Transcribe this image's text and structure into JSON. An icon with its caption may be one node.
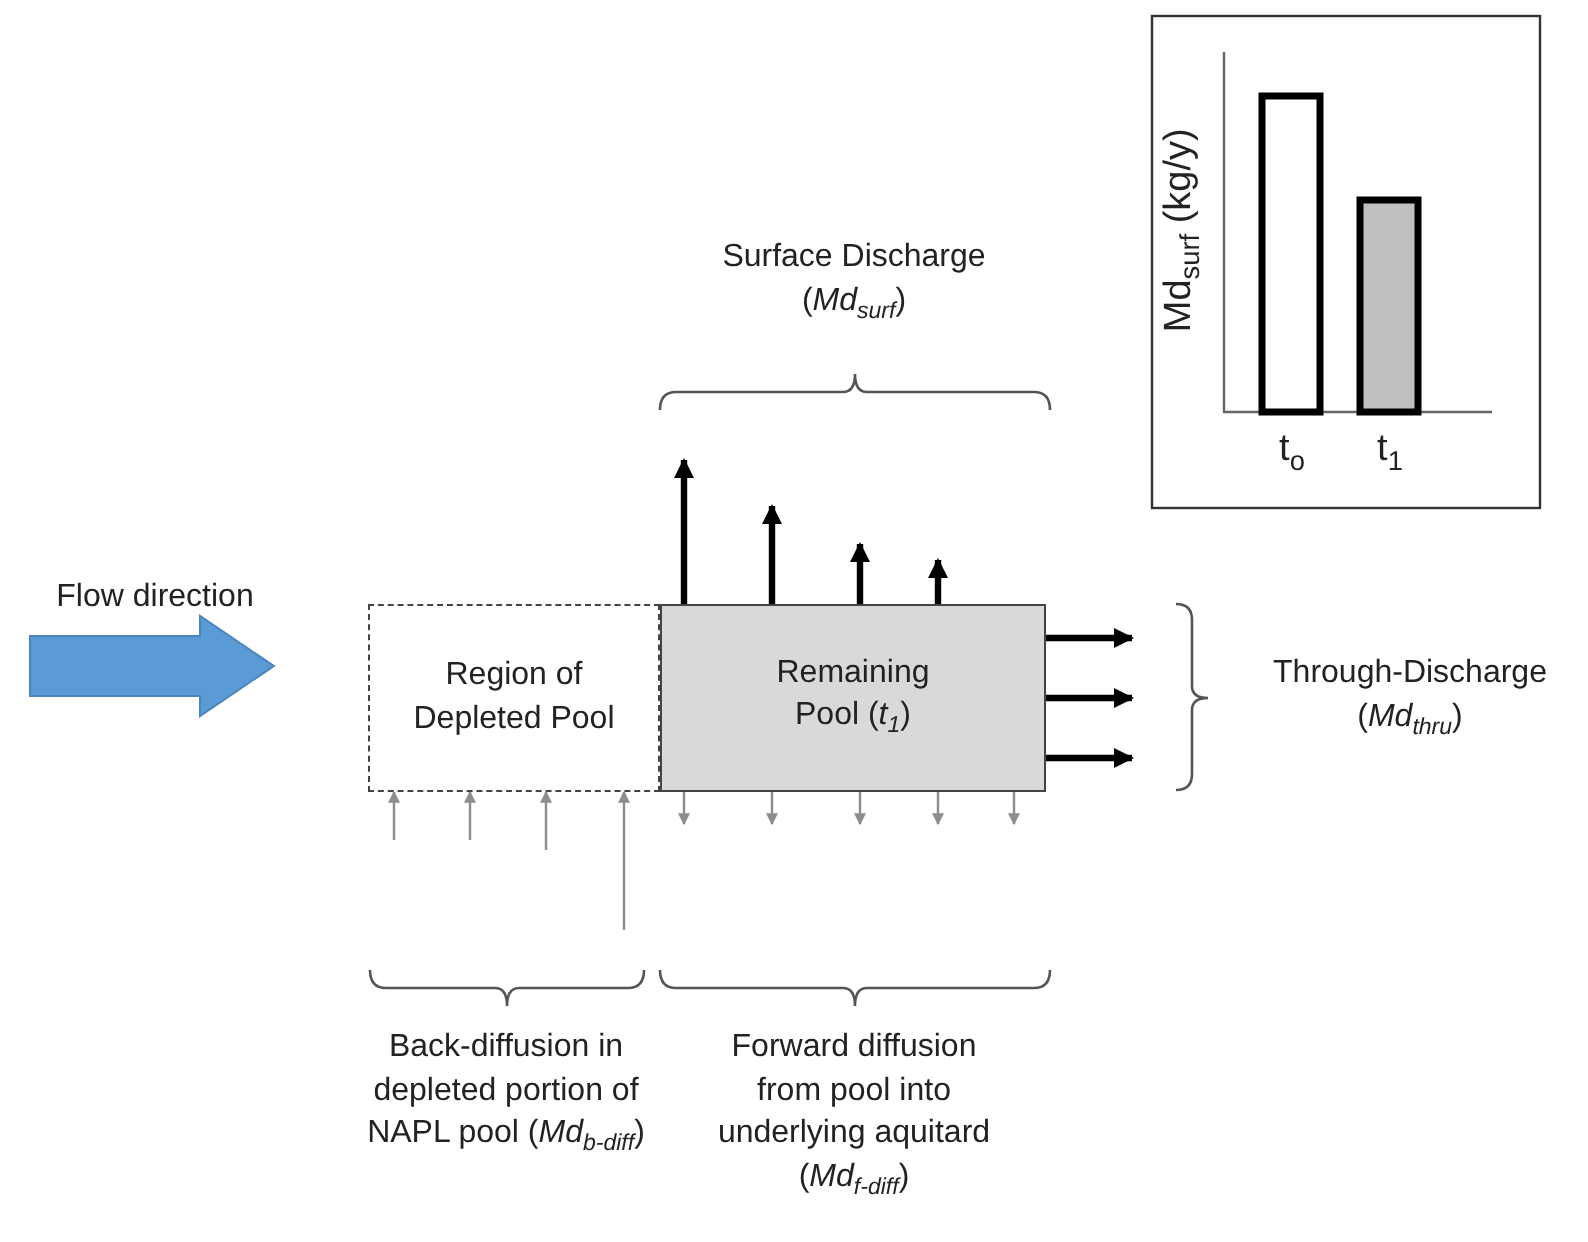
{
  "diagram": {
    "nodes": [
      {
        "text": [
          "Region of Depleted Pool"
        ]
      },
      {
        "text": [
          "Remaining Pool (*t*$_{1}$)"
        ]
      }
    ],
    "edges": [
      {
        "from": 1,
        "to": null,
        "arrow": "to",
        "style": "thick",
        "color": "#000000"
      },
      {
        "from": 1,
        "to": null,
        "arrow": "to",
        "style": "thick",
        "color": "#000000"
      },
      {
        "from": 1,
        "to": null,
        "arrow": "to",
        "style": "thick",
        "color": "#000000"
      },
      {
        "from": 1,
        "to": null,
        "arrow": "to",
        "style": "thick",
        "color": "#000000"
      },
      {
        "from": 1,
        "to": null,
        "arrow": "to",
        "style": "thick",
        "color": "#000000"
      },
      {
        "from": 1,
        "to": null,
        "arrow": "to",
        "style": "thick",
        "color": "#000000"
      },
      {
        "from": 1,
        "to": null,
        "arrow": "to",
        "style": "thick",
        "color": "#000000"
      },
      {
        "from": 1,
        "to": null,
        "arrow": "to"
      },
      {
        "from": 1,
        "to": null,
        "arrow": "to"
      },
      {
        "from": 1,
        "to": null,
        "arrow": "to"
      },
      {
        "from": 1,
        "to": null,
        "arrow": "to"
      },
      {
        "from": 1,
        "to": null,
        "arrow": "to"
      },
      {
        "from": null,
        "to": 0,
        "arrow": "to"
      },
      {
        "from": null,
        "to": 0,
        "arrow": "to"
      },
      {
        "from": null,
        "to": 0,
        "arrow": "to"
      },
      {
        "from": null,
        "to": 0,
        "arrow": "to"
      }
    ],
    "labels": [
      "Md$_{surf}$ (kg/y)",
      "t$_{o}$",
      "t$_{1}$",
      "Surface Discharge (*Md*$_{surf}$)",
      "Flow direction",
      "Through-Discharge (*Md*$_{thru}$)",
      "Back-diffusion in depleted portion of NAPL pool (*Md*$_{b-diff}$)",
      "Forward diffusion from pool into underlying aquitard (*Md*$_{f-diff}$)"
    ]
  }
}
